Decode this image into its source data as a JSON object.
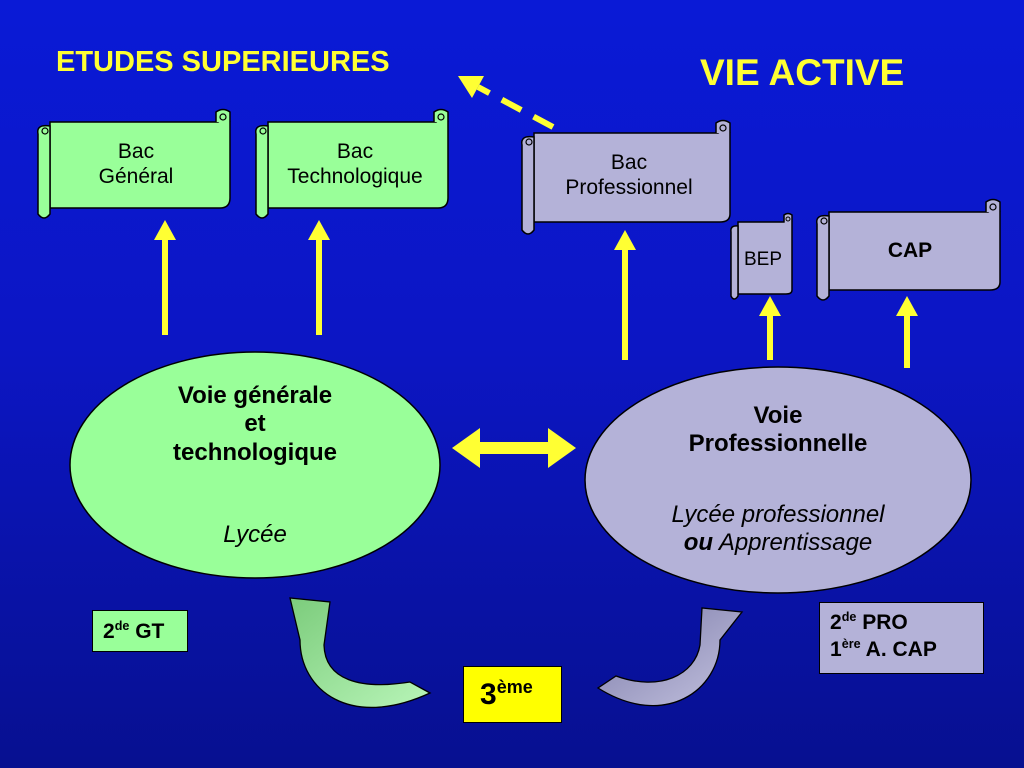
{
  "titles": {
    "higher_education": "ETUDES SUPERIEURES",
    "working_life": "VIE ACTIVE"
  },
  "scrolls": {
    "bac_general": [
      "Bac",
      "Général"
    ],
    "bac_technologique": [
      "Bac",
      "Technologique"
    ],
    "bac_professionnel": [
      "Bac",
      "Professionnel"
    ],
    "bep": "BEP",
    "cap": "CAP"
  },
  "ellipses": {
    "general": {
      "title_lines": [
        "Voie générale",
        "et",
        "technologique"
      ],
      "subtitle": "Lycée"
    },
    "professional": {
      "title_lines": [
        "Voie",
        "Professionnelle"
      ],
      "subtitle_line1": "Lycée professionnel",
      "subtitle_or": "ou",
      "subtitle_line2_rest": " Apprentissage"
    }
  },
  "boxes": {
    "seconde_gt": {
      "num": "2",
      "sup": "de",
      "rest": " GT"
    },
    "troisieme": {
      "num": "3",
      "sup": "ème"
    },
    "pro": {
      "line1": {
        "num": "2",
        "sup": "de",
        "rest": " PRO"
      },
      "line2": {
        "num": "1",
        "sup": "ère",
        "rest": " A. CAP"
      }
    }
  },
  "colors": {
    "green_fill": "#99ff99",
    "lavender_fill": "#b4b2d8",
    "arrow_yellow": "#ffff33",
    "box_yellow": "#ffff00"
  }
}
